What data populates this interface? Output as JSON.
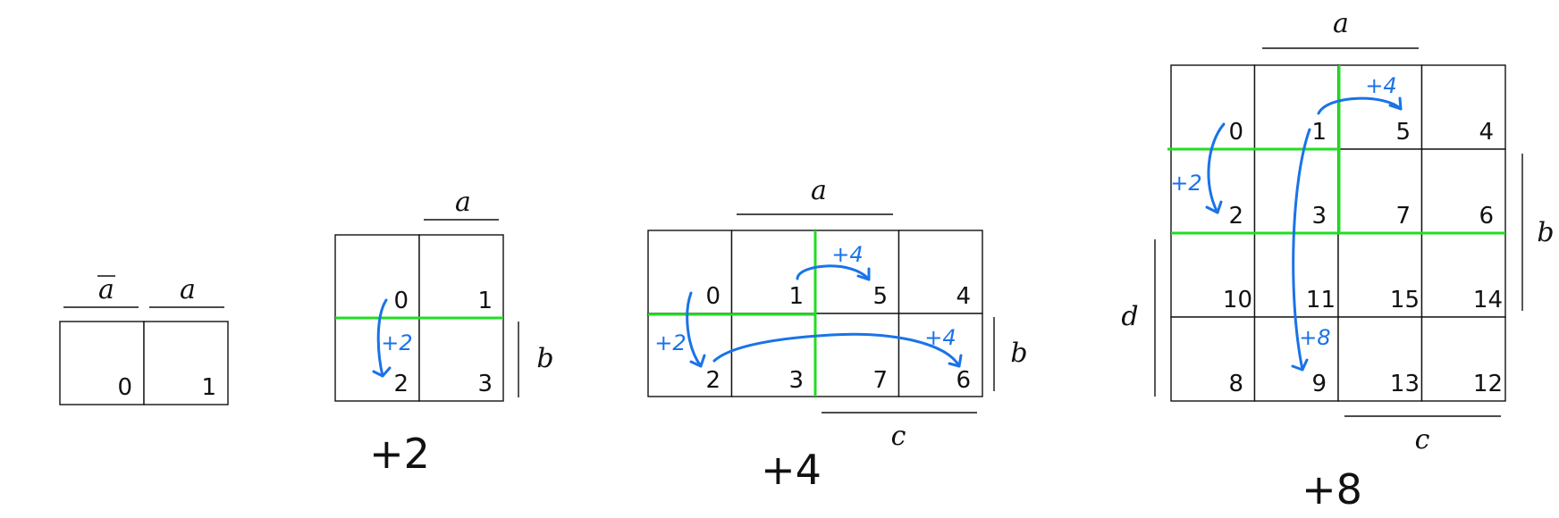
{
  "colors": {
    "boundary": "#22dd22",
    "arrow": "#1a73e8",
    "ink": "#111111"
  },
  "diagram_1": {
    "labels": {
      "a_bar": "a",
      "a": "a"
    },
    "cells": [
      "0",
      "1"
    ]
  },
  "diagram_2": {
    "labels": {
      "a": "a",
      "b": "b"
    },
    "cells": [
      "0",
      "1",
      "2",
      "3"
    ],
    "arrow_label": "+2",
    "step": "+2"
  },
  "diagram_3": {
    "labels": {
      "a": "a",
      "b": "b",
      "c": "c"
    },
    "cells": [
      "0",
      "1",
      "5",
      "4",
      "2",
      "3",
      "7",
      "6"
    ],
    "arrow_labels": {
      "down": "+2",
      "top": "+4",
      "bottom": "+4"
    },
    "step": "+4"
  },
  "diagram_4": {
    "labels": {
      "a": "a",
      "b": "b",
      "c": "c",
      "d": "d"
    },
    "cells": [
      "0",
      "1",
      "5",
      "4",
      "2",
      "3",
      "7",
      "6",
      "10",
      "11",
      "15",
      "14",
      "8",
      "9",
      "13",
      "12"
    ],
    "arrow_labels": {
      "down": "+2",
      "top": "+4",
      "long": "+8"
    },
    "step": "+8"
  }
}
